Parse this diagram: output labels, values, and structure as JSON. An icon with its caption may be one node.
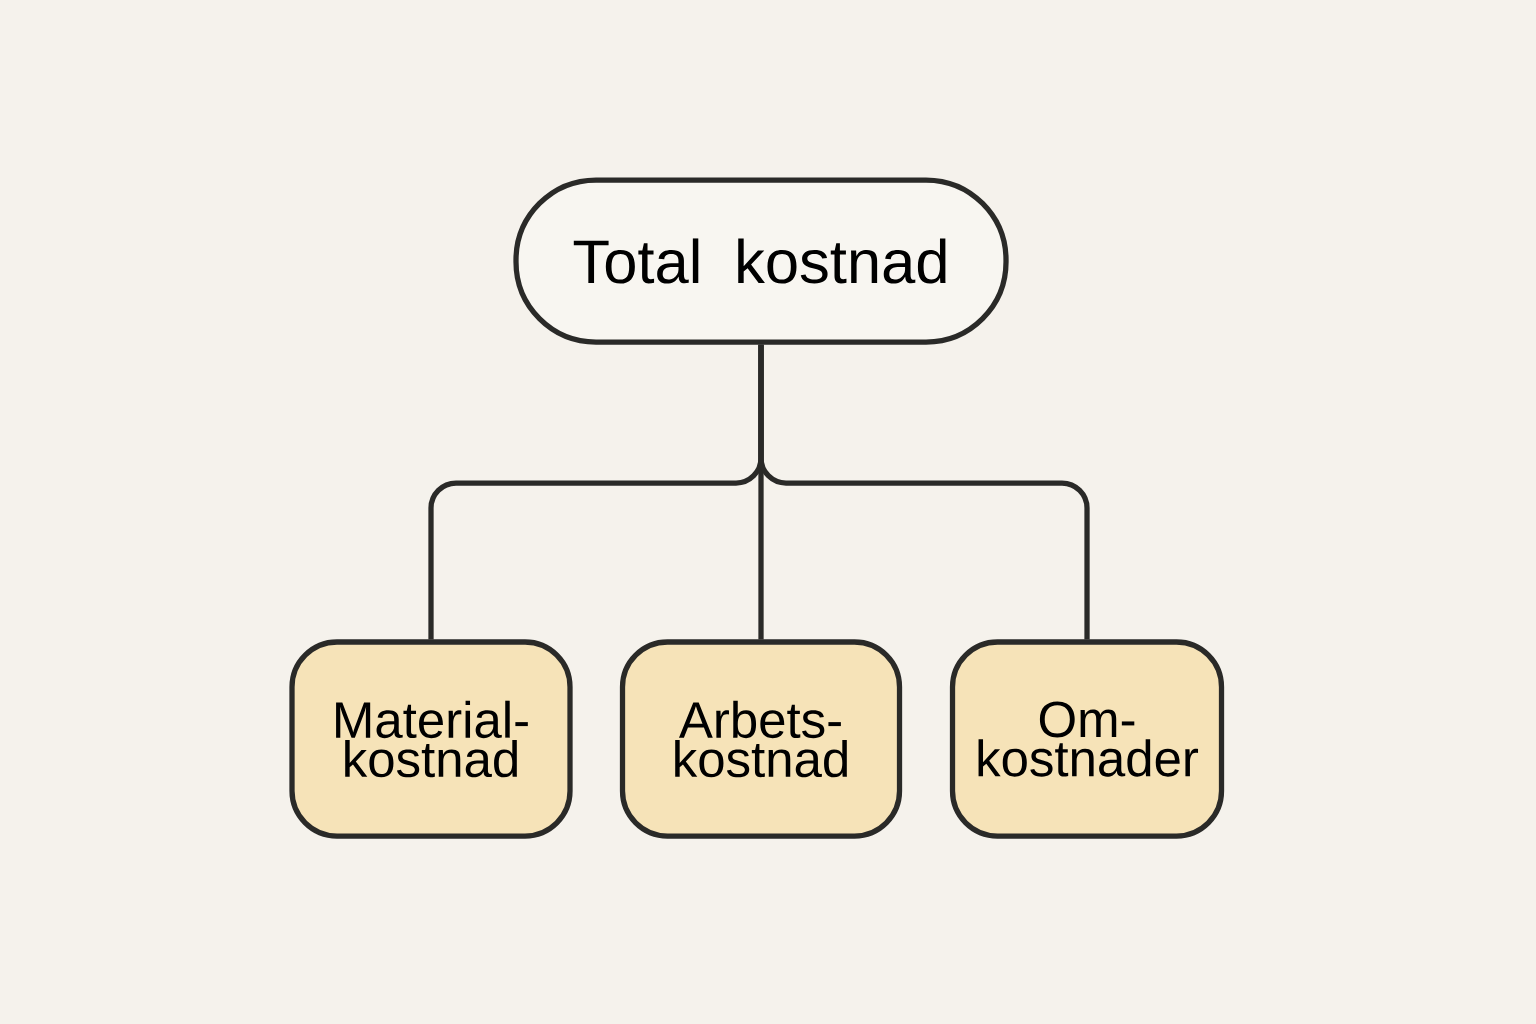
{
  "diagram": {
    "nodes": [
      {
        "text": [
          "Total kostnad"
        ]
      },
      {
        "text": [
          "Material- kostnad"
        ]
      },
      {
        "text": [
          "Arbets- kostnad"
        ]
      },
      {
        "text": [
          "Om- kostnader"
        ]
      }
    ],
    "edges": [
      {
        "from": 0,
        "to": 1,
        "arrow": "none"
      },
      {
        "from": 0,
        "to": 2,
        "arrow": "none"
      },
      {
        "from": 0,
        "to": 3,
        "arrow": "none"
      }
    ]
  }
}
